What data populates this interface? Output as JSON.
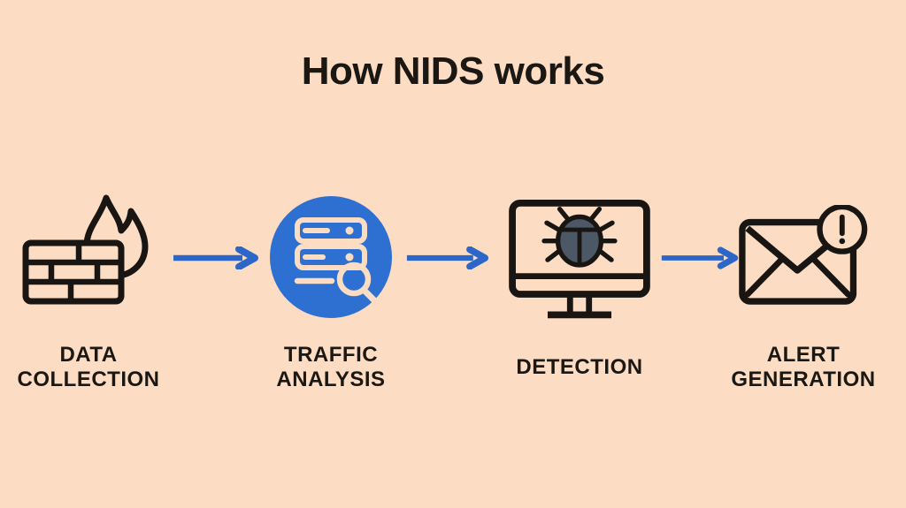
{
  "title": "How NIDS works",
  "colors": {
    "background": "#fcdcc3",
    "ink_black": "#181512",
    "arrow_blue": "#2b66c8",
    "circle_blue": "#2e70d1",
    "bug_gray": "#4d5867",
    "text_black": "#1b1713"
  },
  "steps": [
    {
      "id": "data-collection",
      "icon": "firewall-fire-icon",
      "label": "DATA\nCOLLECTION"
    },
    {
      "id": "traffic-analysis",
      "icon": "server-search-icon",
      "label": "TRAFFIC\nANALYSIS"
    },
    {
      "id": "detection",
      "icon": "monitor-bug-icon",
      "label": "DETECTION"
    },
    {
      "id": "alert-generation",
      "icon": "mail-alert-icon",
      "label": "ALERT\nGENERATION"
    }
  ],
  "connectors": [
    {
      "type": "arrow-right"
    },
    {
      "type": "arrow-right"
    },
    {
      "type": "arrow-right"
    }
  ]
}
